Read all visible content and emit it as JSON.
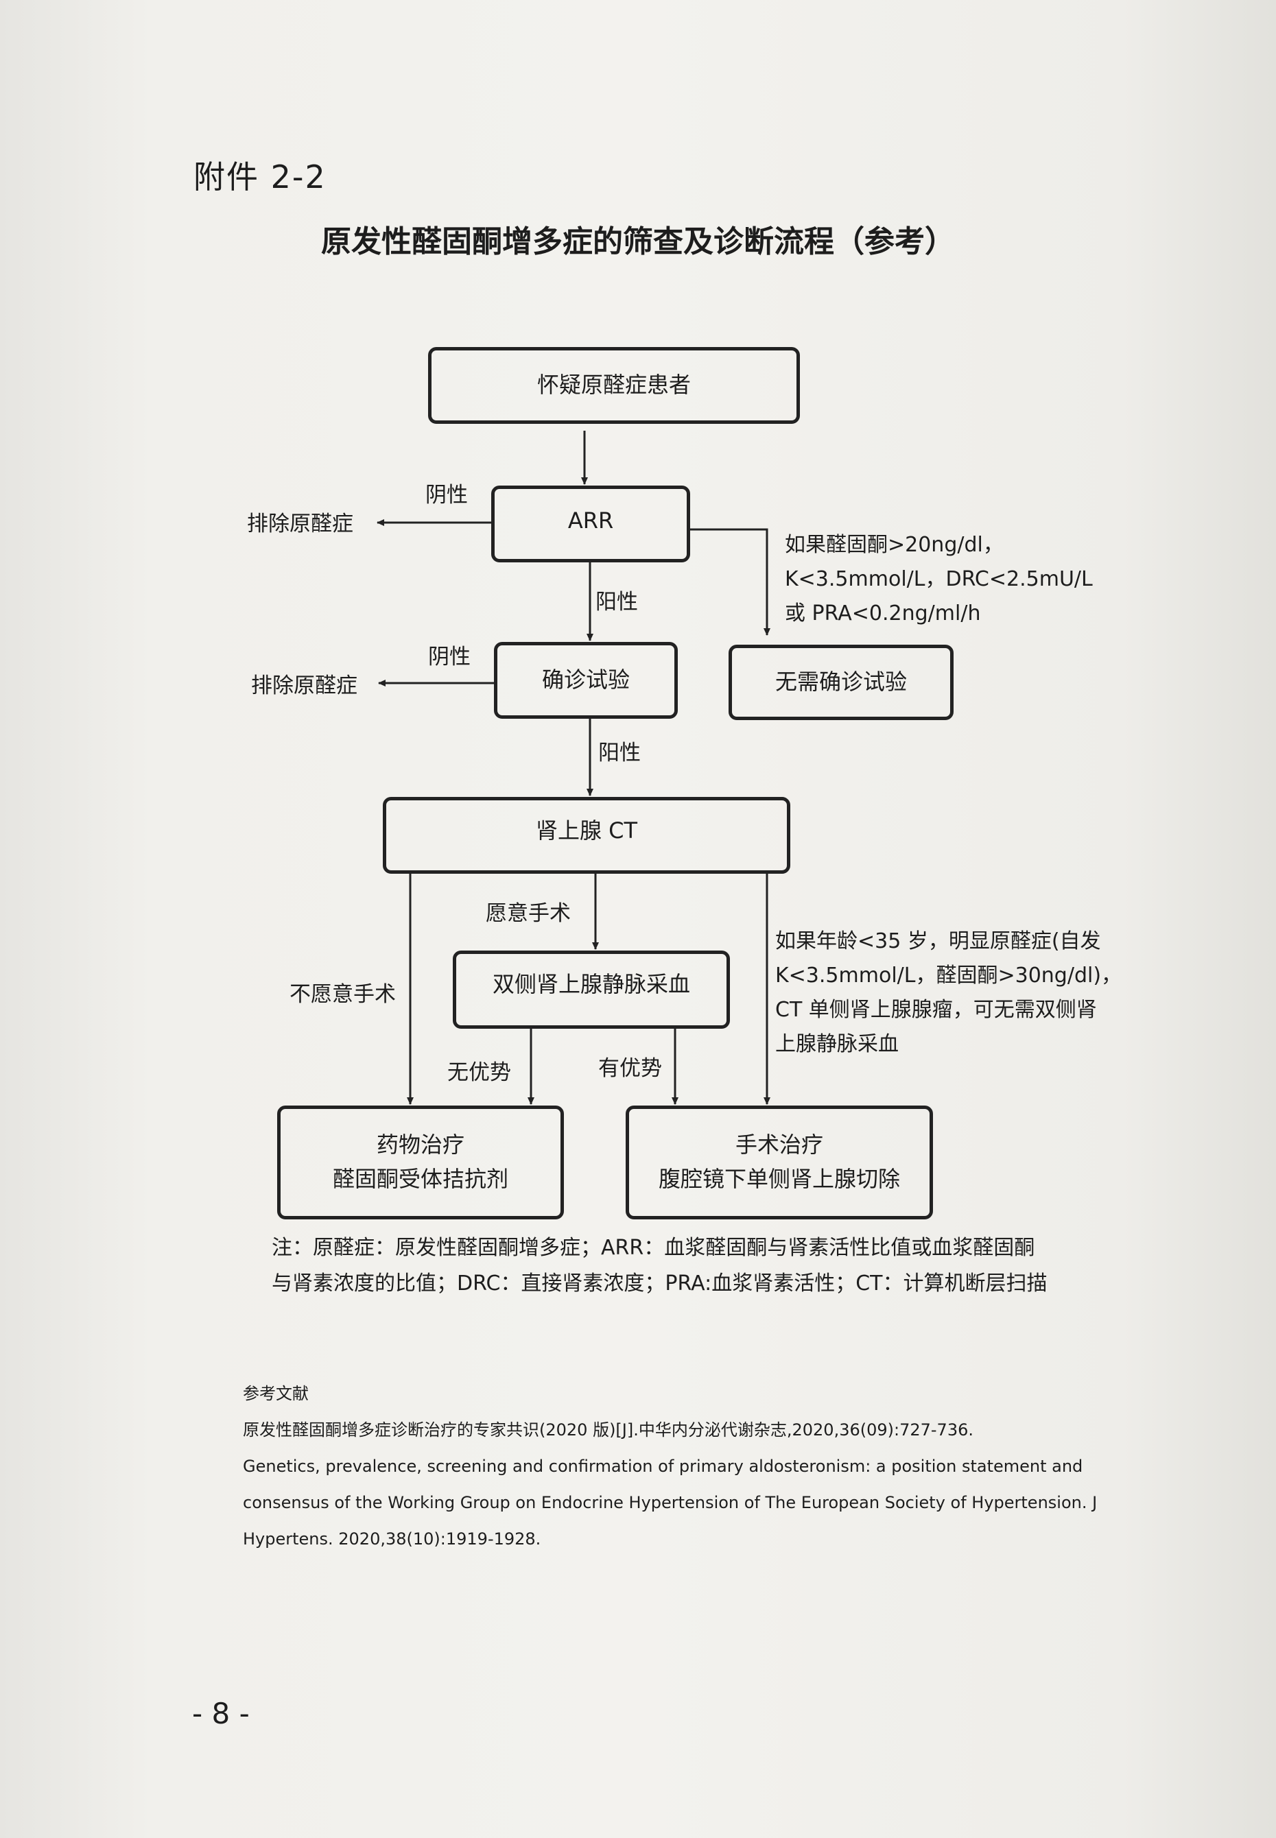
{
  "heading": "附件 2-2",
  "title": "原发性醛固酮增多症的筛查及诊断流程（参考）",
  "nodes": {
    "suspect": "怀疑原醛症患者",
    "arr": "ARR",
    "confirm": "确诊试验",
    "no_confirm": "无需确诊试验",
    "ct": "肾上腺 CT",
    "avs": "双侧肾上腺静脉采血",
    "drug_line1": "药物治疗",
    "drug_line2": "醛固酮受体拮抗剂",
    "surgery_line1": "手术治疗",
    "surgery_line2": "腹腔镜下单侧肾上腺切除"
  },
  "labels": {
    "negative_1": "阴性",
    "exclude_1": "排除原醛症",
    "positive_1": "阳性",
    "negative_2": "阴性",
    "exclude_2": "排除原醛症",
    "positive_2": "阳性",
    "willing": "愿意手术",
    "unwilling": "不愿意手术",
    "no_advantage": "无优势",
    "advantage": "有优势"
  },
  "conditions": {
    "skip_confirm": [
      "如果醛固酮>20ng/dl，",
      "K<3.5mmol/L，DRC<2.5mU/L",
      "或 PRA<0.2ng/ml/h"
    ],
    "skip_avs": [
      "如果年龄<35 岁，明显原醛症(自发",
      "K<3.5mmol/L，醛固酮>30ng/dl)，",
      "CT 单侧肾上腺腺瘤，可无需双侧肾",
      "上腺静脉采血"
    ]
  },
  "footnote": [
    "注：原醛症：原发性醛固酮增多症；ARR：血浆醛固酮与肾素活性比值或血浆醛固酮",
    "与肾素浓度的比值；DRC：直接肾素浓度；PRA:血浆肾素活性；CT：计算机断层扫描"
  ],
  "references": {
    "heading": "参考文献",
    "items": [
      "原发性醛固酮增多症诊断治疗的专家共识(2020 版)[J].中华内分泌代谢杂志,2020,36(09):727-736.",
      "Genetics, prevalence, screening and confirmation of primary aldosteronism: a position statement and",
      "consensus of the Working Group on Endocrine Hypertension of The European Society of Hypertension. J",
      "Hypertens. 2020,38(10):1919-1928."
    ]
  },
  "page_number": "- 8 -"
}
